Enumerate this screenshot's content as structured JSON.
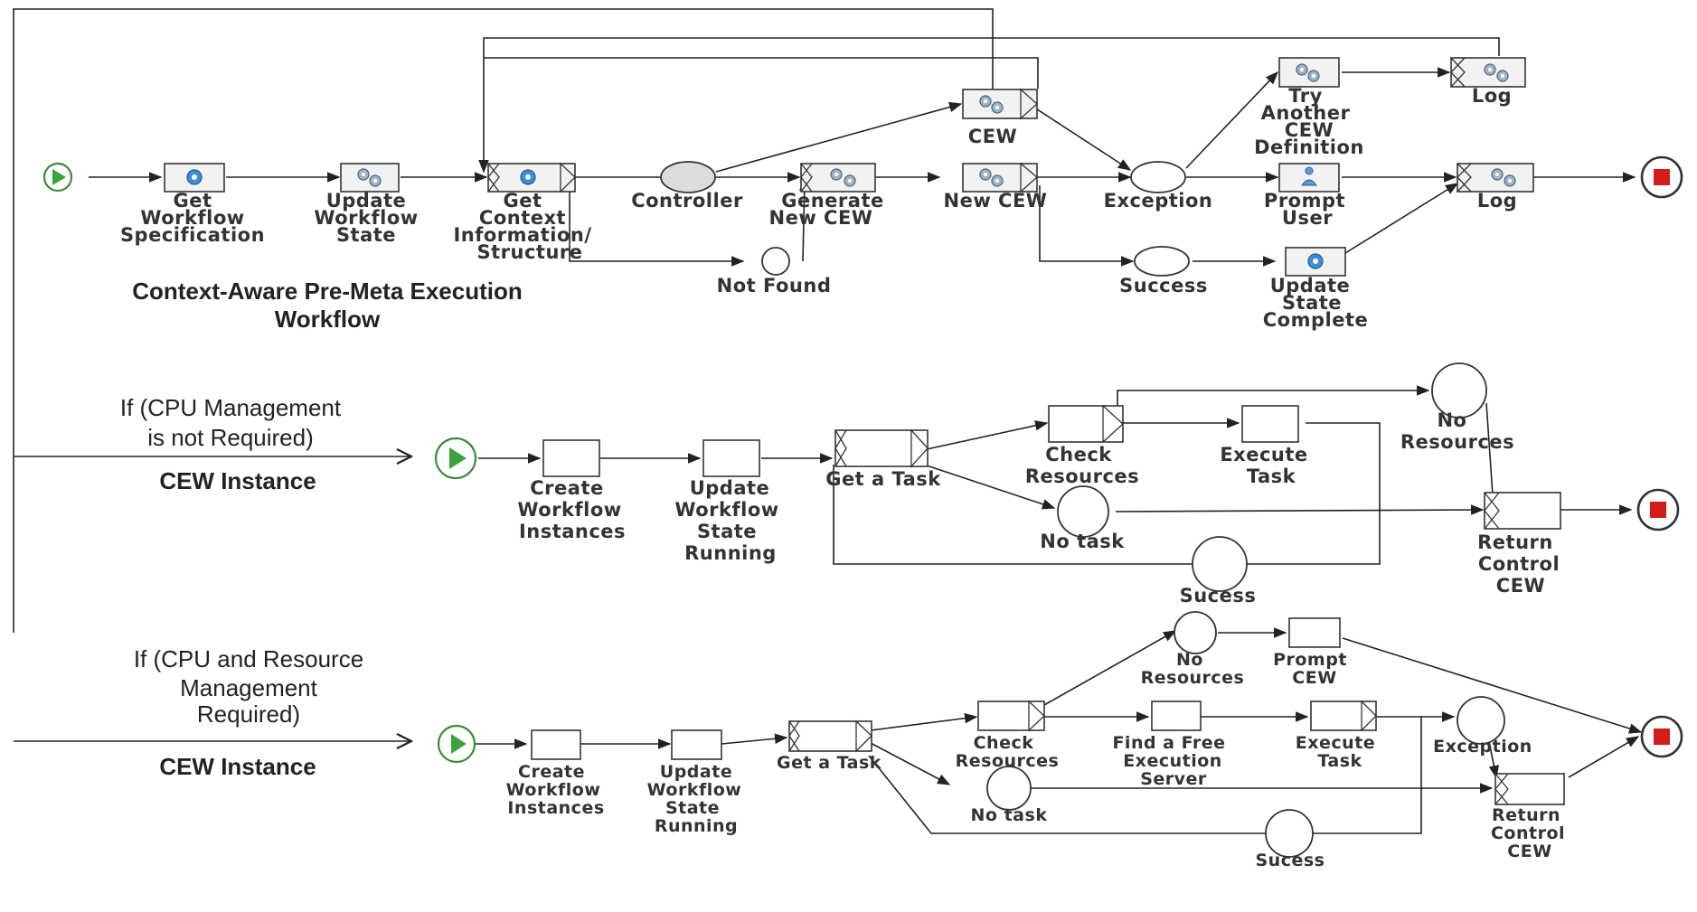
{
  "titles": {
    "workflow_title_1": "Context-Aware  Pre-Meta Execution",
    "workflow_title_2": "Workflow"
  },
  "conditions": {
    "cond1_line1": "If (CPU Management",
    "cond1_line2": "is not Required)",
    "cond1_instance": "CEW Instance",
    "cond2_line1": "If (CPU and Resource",
    "cond2_line2": "Management",
    "cond2_line3": "Required)",
    "cond2_instance": "CEW Instance"
  },
  "lane1": {
    "get_workflow_spec": [
      "Get",
      "Workflow",
      "Specification"
    ],
    "update_workflow_state": [
      "Update",
      "Workflow",
      "State"
    ],
    "get_context": [
      "Get",
      "Context",
      "Information/",
      "Structure"
    ],
    "controller": "Controller",
    "not_found": "Not Found",
    "generate_new_cew": [
      "Generate",
      "New  CEW"
    ],
    "cew": "CEW",
    "new_cew": "New  CEW",
    "exception": "Exception",
    "success": "Success",
    "try_another": [
      "Try",
      "Another",
      "CEW",
      "Definition"
    ],
    "prompt_user": [
      "Prompt",
      "User"
    ],
    "update_state_complete": [
      "Update",
      "State",
      "Complete"
    ],
    "log_top": "Log",
    "log_mid": "Log"
  },
  "lane2": {
    "create_instances": [
      "Create",
      "Workflow",
      "Instances"
    ],
    "update_state_running": [
      "Update",
      "Workflow",
      "State",
      "Running"
    ],
    "get_a_task": "Get  a Task",
    "check_resources": [
      "Check",
      "Resources"
    ],
    "execute_task": [
      "Execute",
      "Task"
    ],
    "no_resources": [
      "No",
      "Resources"
    ],
    "no_task": "No task",
    "sucess": "Sucess",
    "return_control": [
      "Return",
      "Control",
      "CEW"
    ]
  },
  "lane3": {
    "create_instances": [
      "Create",
      "Workflow",
      "Instances"
    ],
    "update_state_running": [
      "Update",
      "Workflow",
      "State",
      "Running"
    ],
    "get_a_task": "Get  a Task",
    "check_resources": [
      "Check",
      "Resources"
    ],
    "find_free_server": [
      "Find a Free",
      "Execution",
      "Server"
    ],
    "execute_task": [
      "Execute",
      "Task"
    ],
    "no_resources": [
      "No",
      "Resources"
    ],
    "prompt_cew": [
      "Prompt",
      "CEW"
    ],
    "exception": "Exception",
    "no_task": "No task",
    "sucess": "Sucess",
    "return_control": [
      "Return",
      "Control",
      "CEW"
    ]
  }
}
